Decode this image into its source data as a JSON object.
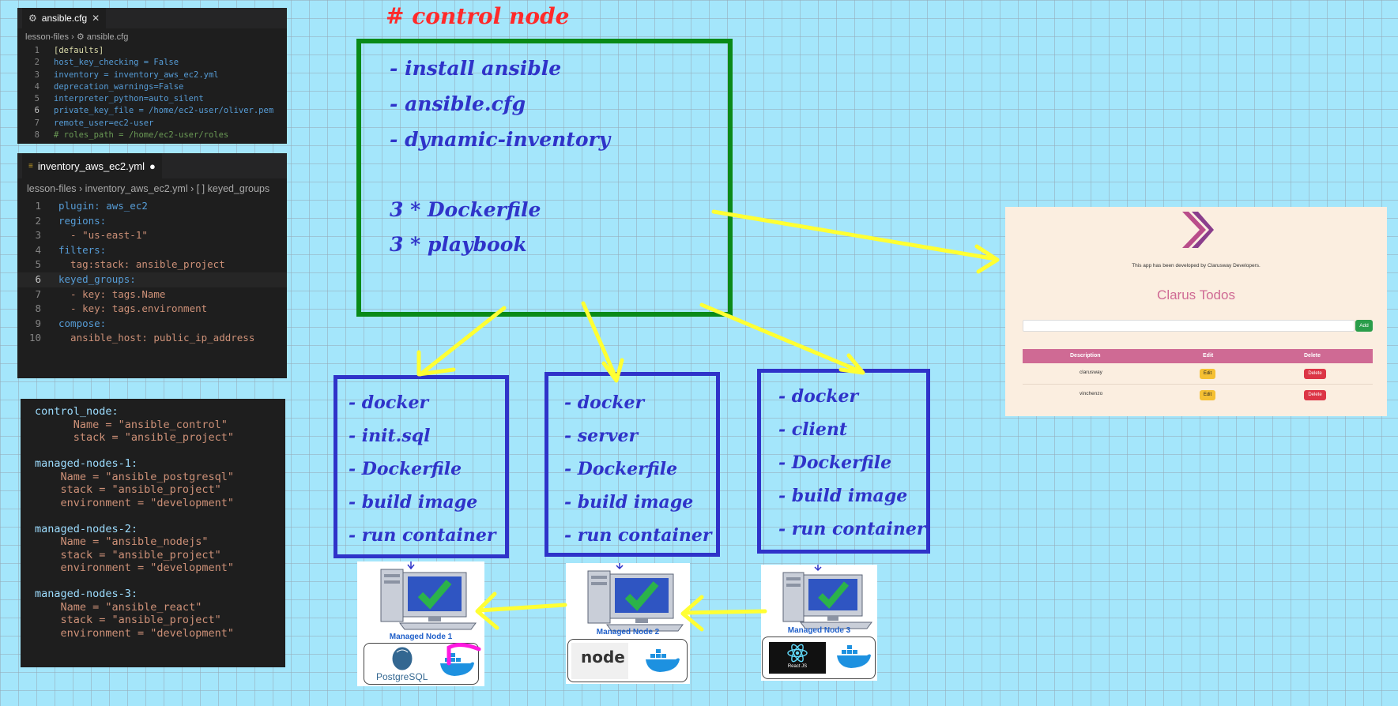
{
  "colors": {
    "canvas": "#a4e6fb",
    "control_box": "#0a8a18",
    "node_box": "#2f33c9",
    "arrow": "#ffff33",
    "heading": "#ff2a2a",
    "accent_app": "#cf6a94"
  },
  "cfg_panel": {
    "tab": "ansible.cfg",
    "breadcrumb": [
      "lesson-files",
      "ansible.cfg"
    ],
    "lines": [
      {
        "n": "1",
        "code": "[defaults]"
      },
      {
        "n": "2",
        "code": "host_key_checking = False"
      },
      {
        "n": "3",
        "code": "inventory = inventory_aws_ec2.yml"
      },
      {
        "n": "4",
        "code": "deprecation_warnings=False"
      },
      {
        "n": "5",
        "code": "interpreter_python=auto_silent"
      },
      {
        "n": "6",
        "code": "private_key_file = /home/ec2-user/oliver.pem"
      },
      {
        "n": "7",
        "code": "remote_user=ec2-user"
      },
      {
        "n": "8",
        "code": "# roles_path = /home/ec2-user/roles"
      }
    ]
  },
  "yml_panel": {
    "tab": "inventory_aws_ec2.yml",
    "breadcrumb": [
      "lesson-files",
      "inventory_aws_ec2.yml",
      "[ ] keyed_groups"
    ],
    "lines": [
      {
        "n": "1",
        "code": "plugin: aws_ec2"
      },
      {
        "n": "2",
        "code": "regions:"
      },
      {
        "n": "3",
        "code": "  - \"us-east-1\""
      },
      {
        "n": "4",
        "code": "filters:"
      },
      {
        "n": "5",
        "code": "  tag:stack: ansible_project"
      },
      {
        "n": "6",
        "code": "keyed_groups:"
      },
      {
        "n": "7",
        "code": "  - key: tags.Name"
      },
      {
        "n": "8",
        "code": "  - key: tags.environment"
      },
      {
        "n": "9",
        "code": "compose:"
      },
      {
        "n": "10",
        "code": "  ansible_host: public_ip_address"
      }
    ]
  },
  "tf_panel": {
    "lines": [
      "control_node:",
      "      Name = \"ansible_control\"",
      "      stack = \"ansible_project\"",
      "",
      "managed-nodes-1:",
      "    Name = \"ansible_postgresql\"",
      "    stack = \"ansible_project\"",
      "    environment = \"development\"",
      "",
      "managed-nodes-2:",
      "    Name = \"ansible_nodejs\"",
      "    stack = \"ansible_project\"",
      "    environment = \"development\"",
      "",
      "managed-nodes-3:",
      "    Name = \"ansible_react\"",
      "    stack = \"ansible_project\"",
      "    environment = \"development\""
    ]
  },
  "control": {
    "heading": "# control node",
    "items": [
      "- install ansible",
      "- ansible.cfg",
      "- dynamic-inventory",
      "",
      "3 * Dockerfile",
      "3 * playbook"
    ]
  },
  "boxes": [
    {
      "items": [
        "- docker",
        "- init.sql",
        "- Dockerfile",
        "- build image",
        "- run container"
      ]
    },
    {
      "items": [
        "- docker",
        "- server",
        "- Dockerfile",
        "- build image",
        "- run container"
      ]
    },
    {
      "items": [
        "- docker",
        "- client",
        "- Dockerfile",
        "- build image",
        "- run container"
      ]
    }
  ],
  "nodes": [
    {
      "label": "Managed Node 1",
      "logo_text": "PostgreSQL",
      "icons": [
        "postgresql-elephant-icon",
        "docker-whale-icon"
      ]
    },
    {
      "label": "Managed Node 2",
      "logo_text": "node",
      "icons": [
        "nodejs-icon",
        "docker-whale-icon"
      ]
    },
    {
      "label": "Managed Node 3",
      "logo_text": "React JS",
      "icons": [
        "react-atom-icon",
        "docker-whale-icon"
      ]
    }
  ],
  "app": {
    "tagline": "This app has been developed by Clarusway Developers.",
    "title": "Clarus Todos",
    "add_label": "Add",
    "headers": [
      "Description",
      "Edit",
      "Delete"
    ],
    "rows": [
      {
        "description": "clarusway",
        "edit": "Edit",
        "delete": "Delete"
      },
      {
        "description": "vinchenzo",
        "edit": "Edit",
        "delete": "Delete"
      }
    ]
  }
}
